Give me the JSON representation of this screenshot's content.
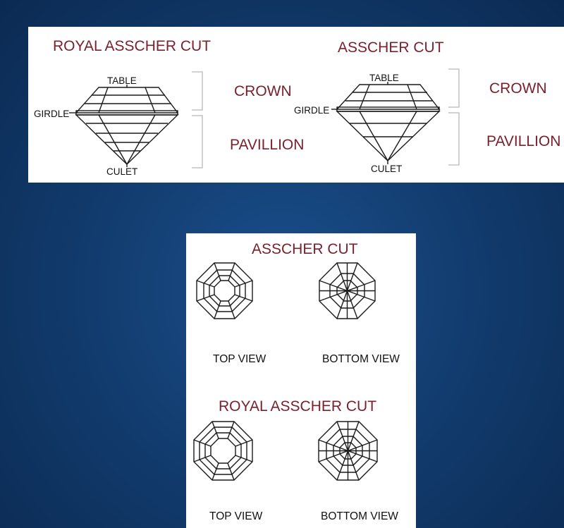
{
  "side_views": [
    {
      "title": "ROYAL ASSCHER CUT",
      "labels": {
        "table": "TABLE",
        "girdle": "GIRDLE",
        "culet": "CULET",
        "crown": "CROWN",
        "pavilion": "PAVILLION"
      }
    },
    {
      "title": "ASSCHER CUT",
      "labels": {
        "table": "TABLE",
        "girdle": "GIRDLE",
        "culet": "CULET",
        "crown": "CROWN",
        "pavilion": "PAVILLION"
      }
    }
  ],
  "face_views": [
    {
      "title": "ASSCHER CUT",
      "top_view_label": "TOP VIEW",
      "bottom_view_label": "BOTTOM VIEW"
    },
    {
      "title": "ROYAL ASSCHER CUT",
      "top_view_label": "TOP VIEW",
      "bottom_view_label": "BOTTOM VIEW"
    }
  ],
  "colors": {
    "heading": "#7a1f2b",
    "background": "#123d70",
    "panel": "#ffffff",
    "line": "#1a1a1a"
  }
}
